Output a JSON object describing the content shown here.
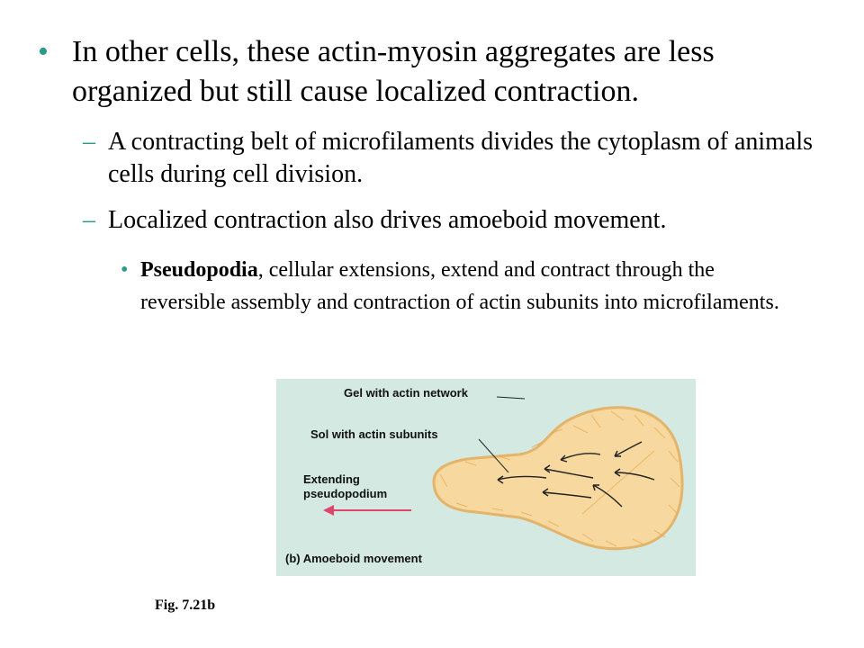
{
  "bullets": {
    "main": "In other cells, these actin-myosin aggregates are less organized but still cause localized contraction.",
    "sub1": "A contracting belt of microfilaments divides the cytoplasm of animals cells during cell division.",
    "sub2": "Localized contraction also drives amoeboid movement.",
    "sub3_bold": "Pseudopodia",
    "sub3_rest": ", cellular extensions, extend and contract through the reversible assembly and contraction of actin subunits into microfilaments."
  },
  "markers": {
    "bullet": "•",
    "dash": "–"
  },
  "figure": {
    "label_gel": "Gel with actin network",
    "label_sol": "Sol with actin subunits",
    "label_extending_1": "Extending",
    "label_extending_2": "pseudopodium",
    "panel_caption": "(b) Amoeboid movement",
    "bg_color": "#d3e9e2",
    "cell_color": "#f7d9a0",
    "arrow_color": "#e0456a"
  },
  "figure_ref": "Fig. 7.21b"
}
